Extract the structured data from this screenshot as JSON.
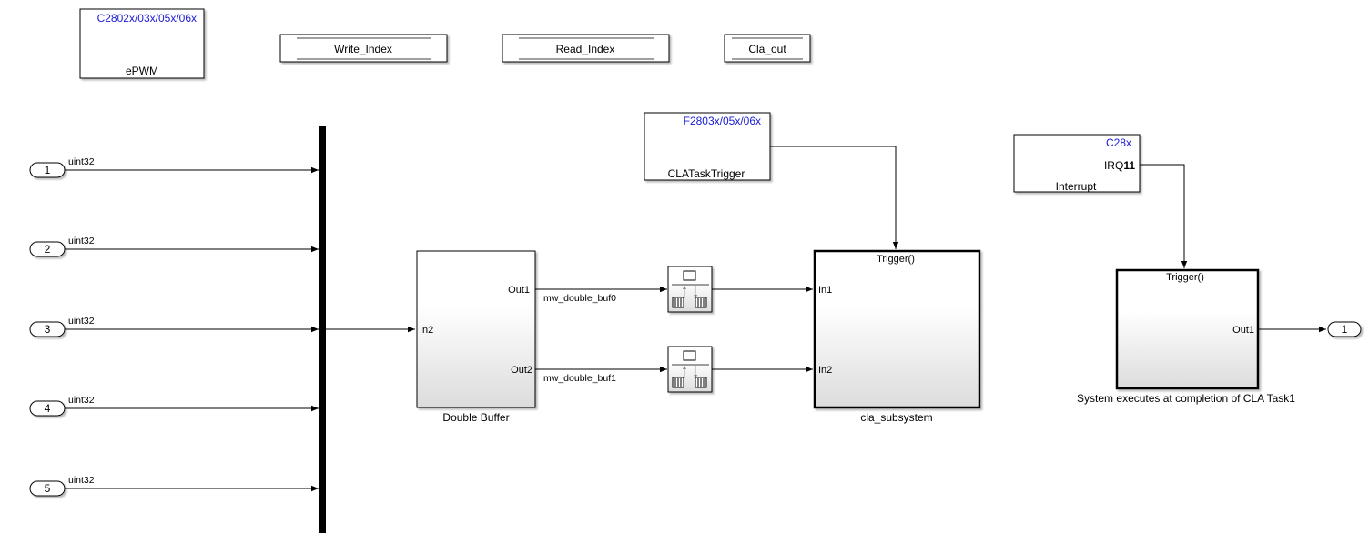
{
  "blocks": {
    "epwm": {
      "target": "C2802x/03x/05x/06x",
      "name": "ePWM"
    },
    "write_index": {
      "name": "Write_Index"
    },
    "read_index": {
      "name": "Read_Index"
    },
    "cla_out": {
      "name": "Cla_out"
    },
    "cla_task_trigger": {
      "target": "F2803x/05x/06x",
      "name": "CLATaskTrigger"
    },
    "interrupt": {
      "target": "C28x",
      "irq_label": "IRQ",
      "irq_number": "11",
      "name": "Interrupt"
    },
    "double_buffer": {
      "name": "Double Buffer",
      "in_port": "In2",
      "out1": "Out1",
      "out2": "Out2"
    },
    "cla_subsystem": {
      "name": "cla_subsystem",
      "trigger": "Trigger()",
      "in1": "In1",
      "in2": "In2"
    },
    "task_subsystem": {
      "trigger": "Trigger()",
      "out1": "Out1",
      "caption": "System executes at completion of CLA Task1"
    }
  },
  "inports": [
    {
      "number": "1",
      "type": "uint32"
    },
    {
      "number": "2",
      "type": "uint32"
    },
    {
      "number": "3",
      "type": "uint32"
    },
    {
      "number": "4",
      "type": "uint32"
    },
    {
      "number": "5",
      "type": "uint32"
    }
  ],
  "outports": [
    {
      "number": "1"
    }
  ],
  "signals": {
    "buf0": "mw_double_buf0",
    "buf1": "mw_double_buf1"
  },
  "colors": {
    "target_text": "#1a1ad6",
    "block_border": "#000000",
    "gradient_bottom": "#dcdcdc"
  }
}
